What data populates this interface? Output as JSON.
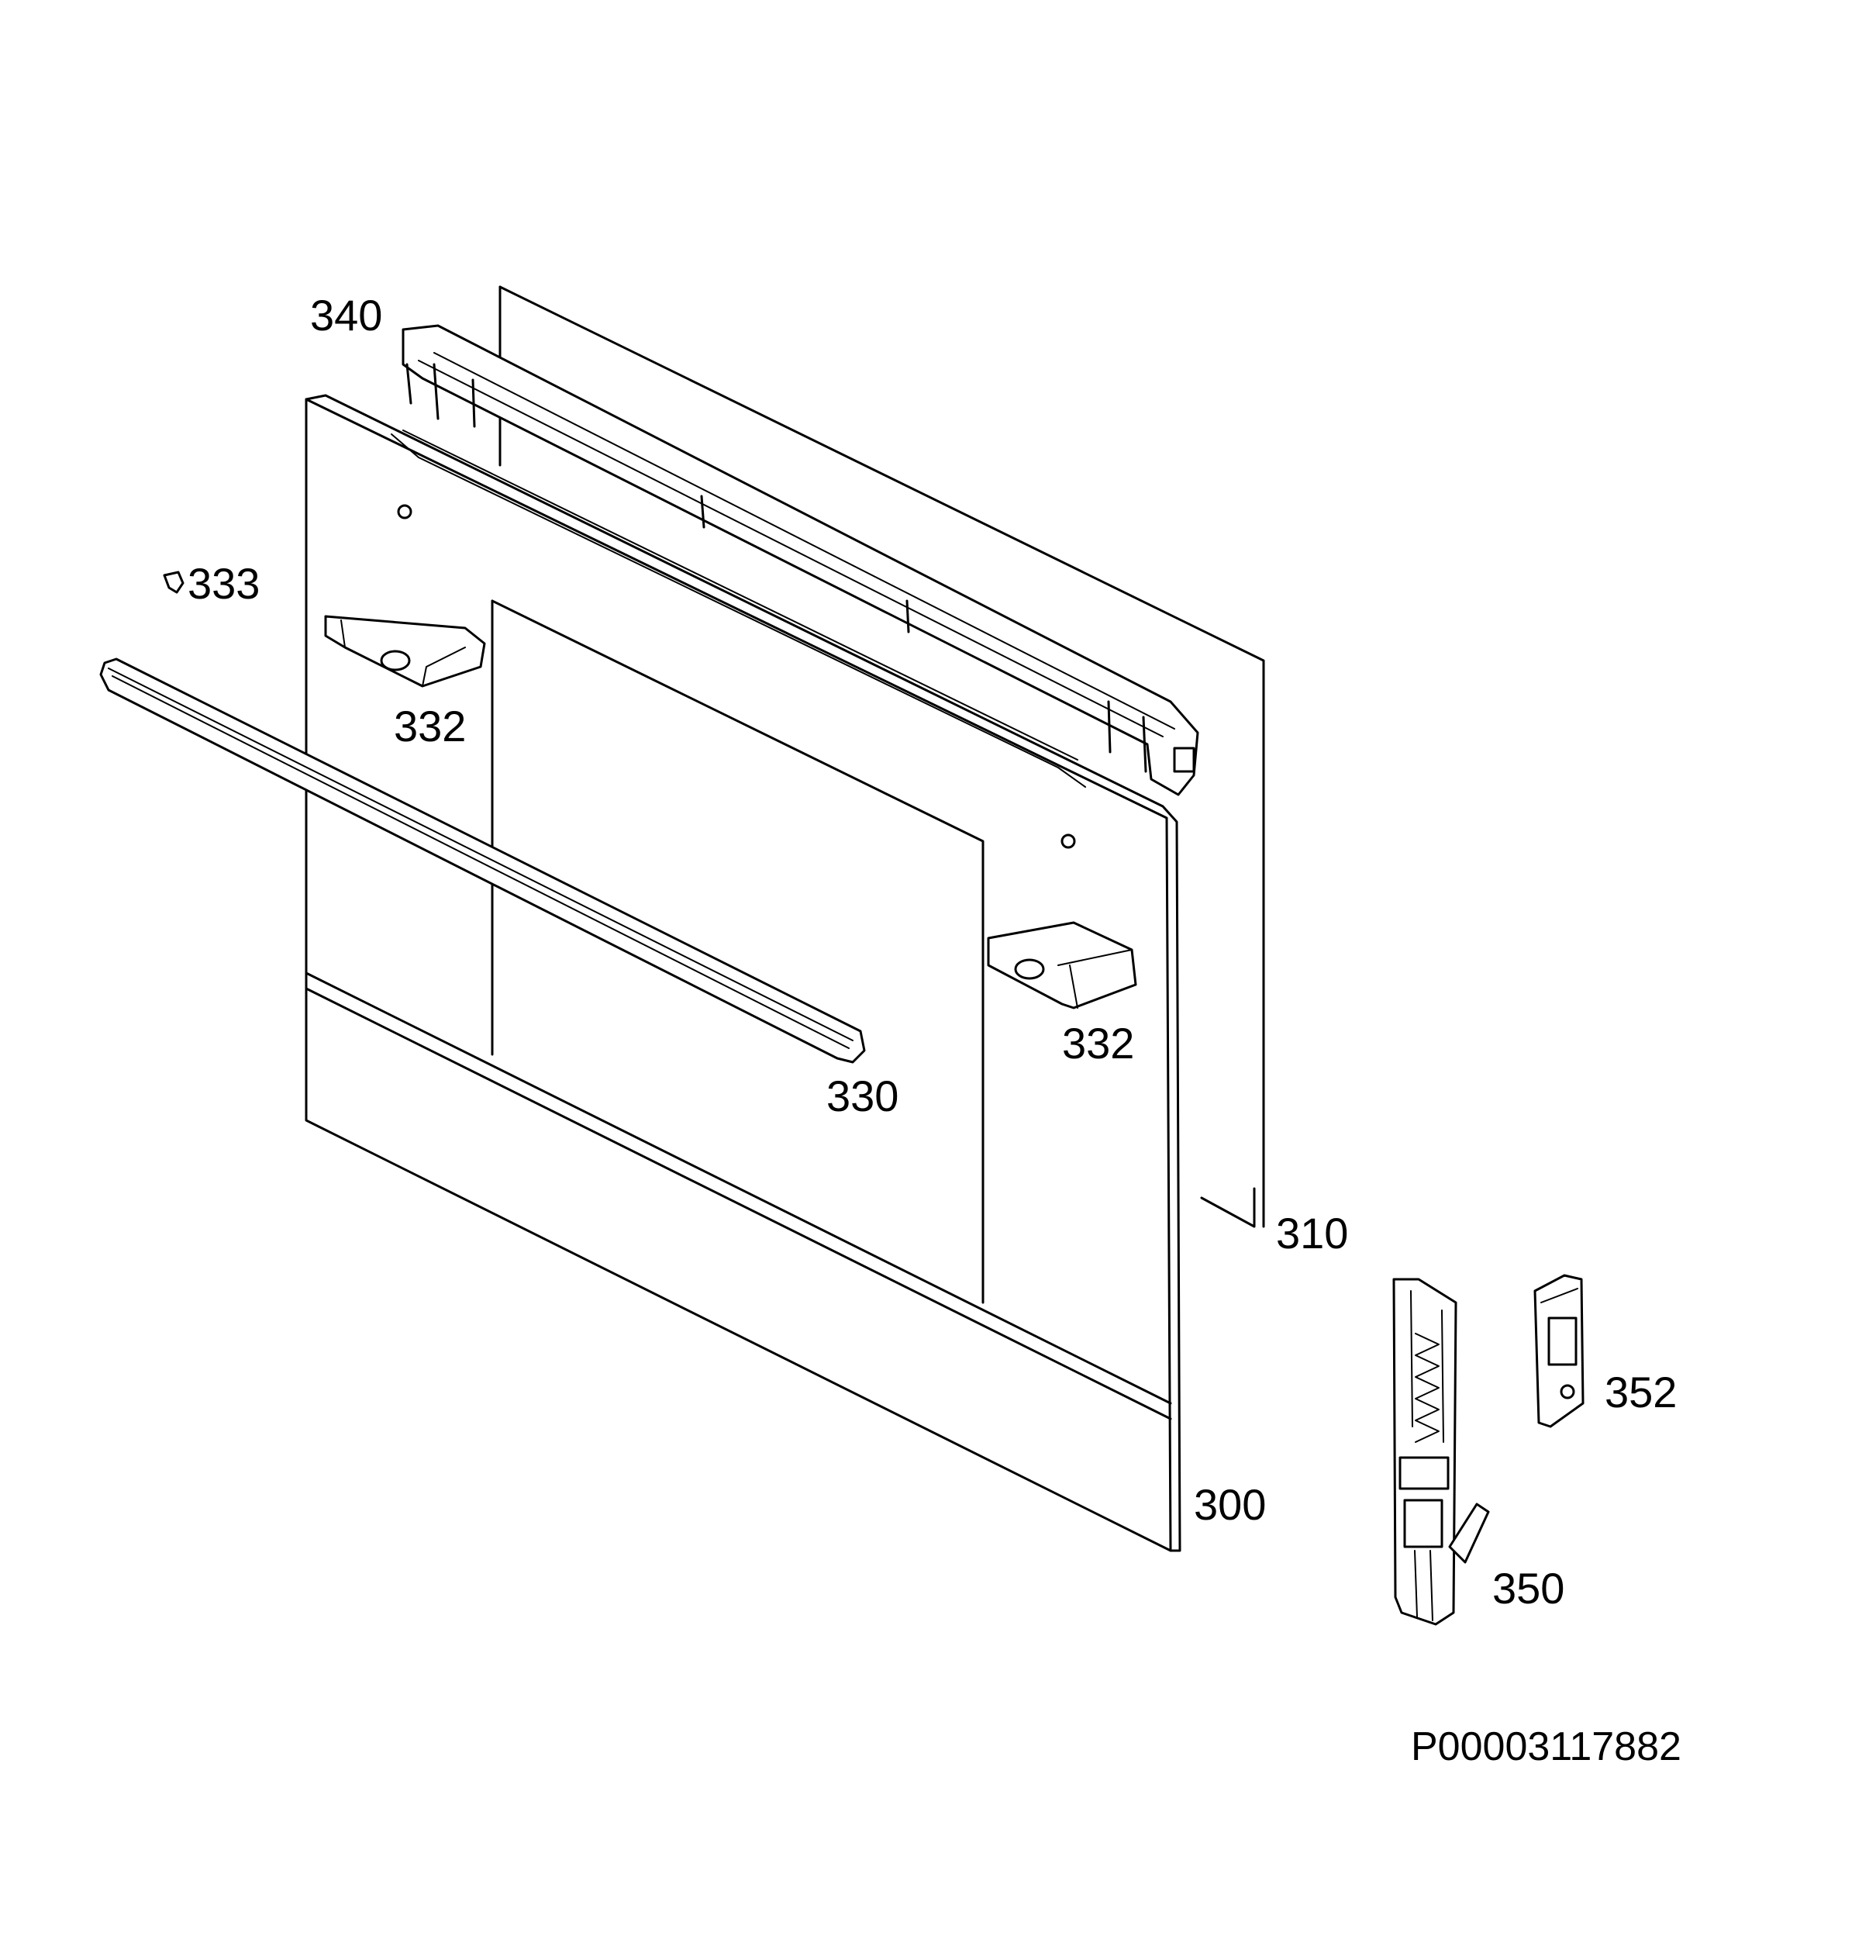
{
  "diagram": {
    "labels": {
      "p340": "340",
      "p333": "333",
      "p332_left": "332",
      "p332_right": "332",
      "p330": "330",
      "p310": "310",
      "p300": "300",
      "p352": "352",
      "p350": "350"
    },
    "drawing_code": "P00003117882",
    "colors": {
      "line": "#000000",
      "background": "#ffffff"
    }
  }
}
